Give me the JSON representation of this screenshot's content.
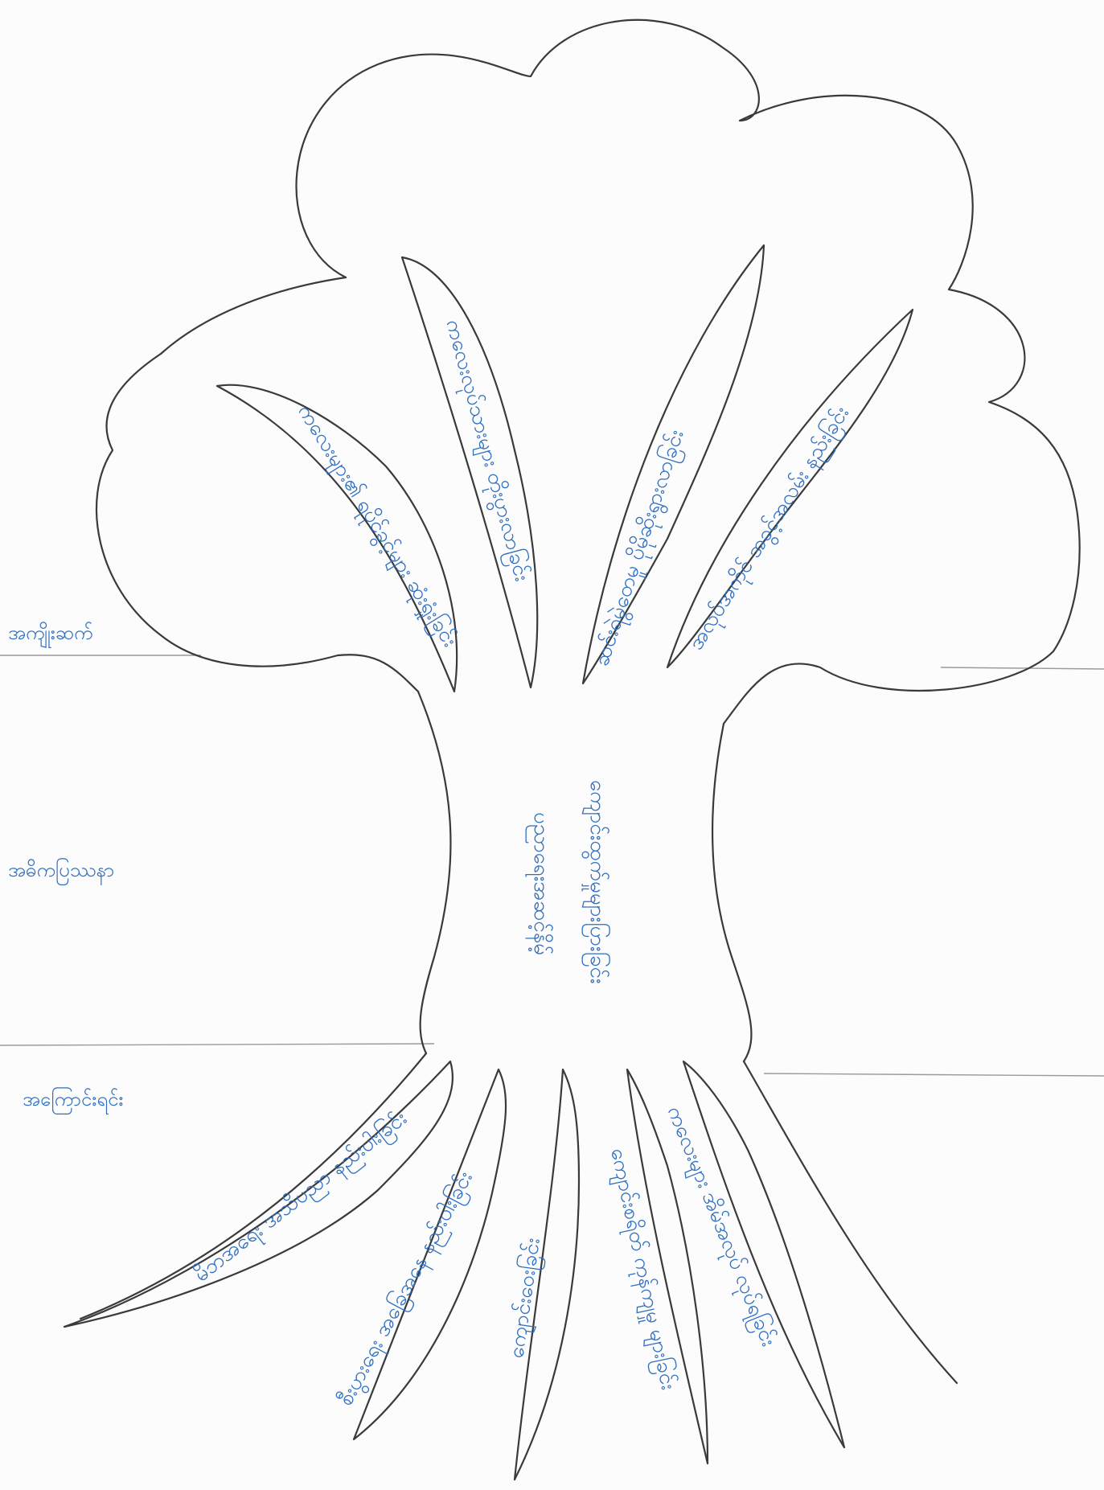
{
  "side_labels": {
    "top": "အကျိုးဆက်",
    "middle": "အဓိကပြဿနာ",
    "bottom": "အကြောင်းရင်း"
  },
  "trunk": {
    "line1": "ကျောင်းထွက်မှုများပြားခြင်း",
    "line2": "ပညာရေးအဆင့်နိမ့်"
  },
  "branches": [
    "ကလေးများ၏ ရပိုင်ခွင့်များ ဆုံးရှုံးခြင်း",
    "ကလေးလုပ်သားများ တိုးပွားလာခြင်း",
    "ဆင်းရဲမွဲတေမှု ပိုမိုဆိုးရွားလာခြင်း",
    "အလုပ်အကိုင် အခွင့်အလမ်း နည်းခြင်း"
  ],
  "roots": [
    "မိဘအရေး အသိပညာ နည်းပါးခြင်း",
    "စီးပွားရေး အခြေအနေ နည်းပါးခြင်း",
    "ကျောင်းဝေးခြင်း",
    "ကျောင်းစရိတ် ကုန်ကျမှု များခြင်း",
    "ကလေးများ အိမ်အလုပ် လုပ်ရခြင်း"
  ]
}
